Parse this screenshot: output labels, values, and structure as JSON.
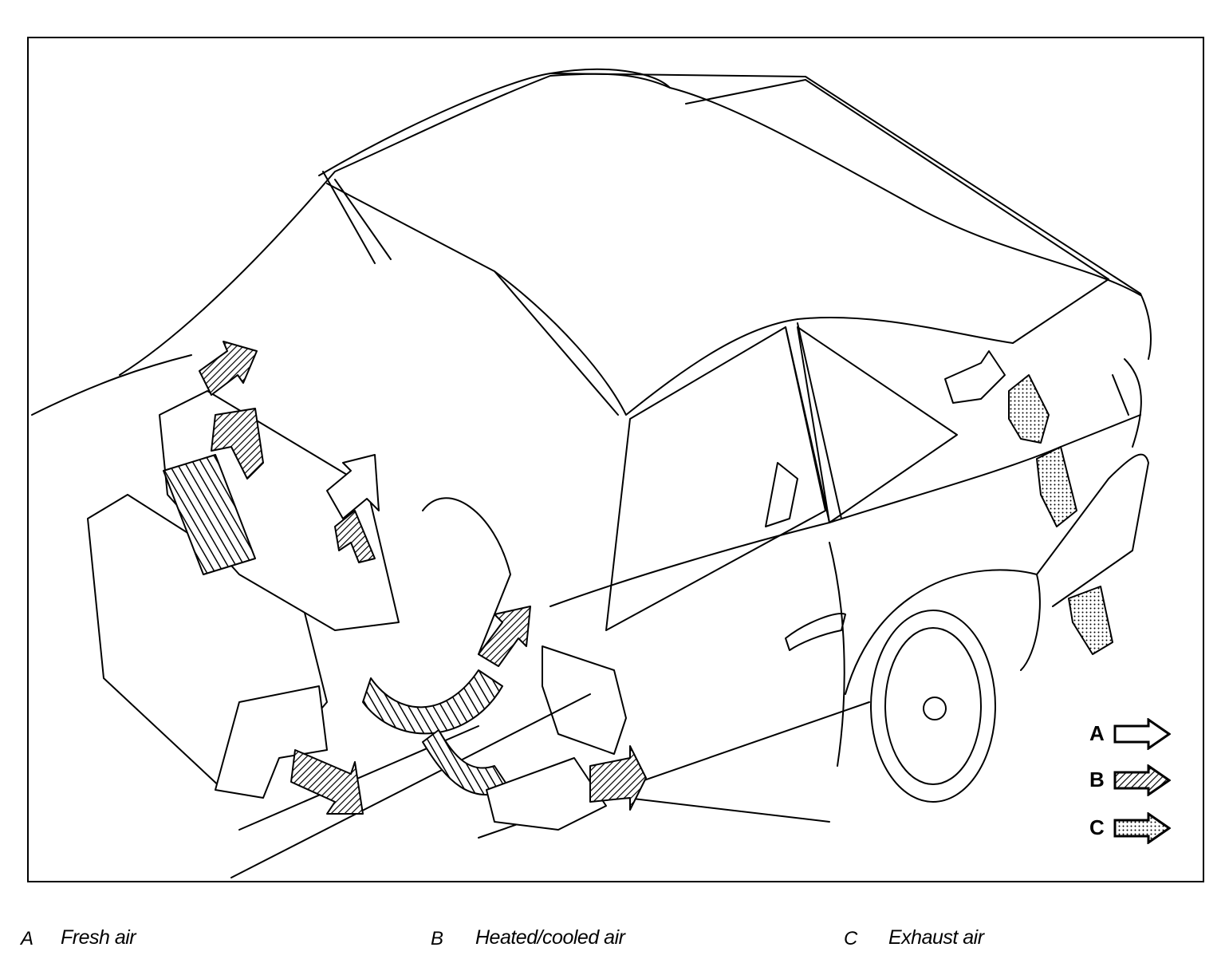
{
  "legend": {
    "items": [
      {
        "letter": "A",
        "description": "Fresh air",
        "fill": "#ffffff"
      },
      {
        "letter": "B",
        "description": "Heated/cooled air",
        "fill": "#6f6f6f"
      },
      {
        "letter": "C",
        "description": "Exhaust air",
        "fill": "#d9d9d9"
      }
    ]
  },
  "colors": {
    "line": "#000000",
    "background": "#ffffff"
  }
}
